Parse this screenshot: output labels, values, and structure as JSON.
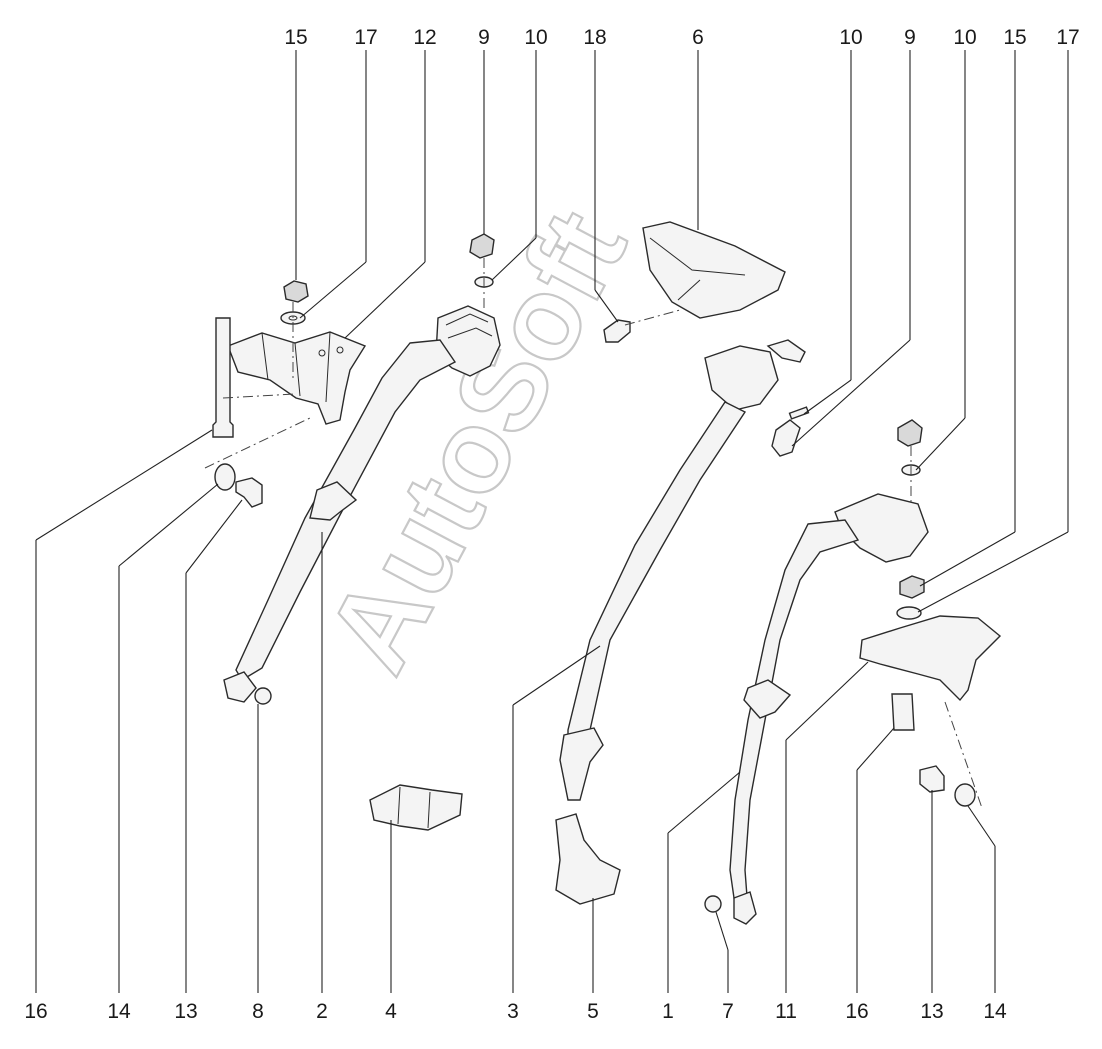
{
  "watermark": "AutoSoft",
  "callouts_top": [
    "15",
    "17",
    "12",
    "9",
    "10",
    "18",
    "6",
    "10",
    "9",
    "10",
    "15",
    "17"
  ],
  "callouts_bottom": [
    "16",
    "14",
    "13",
    "8",
    "2",
    "4",
    "3",
    "5",
    "1",
    "7",
    "11",
    "16",
    "13",
    "14"
  ]
}
